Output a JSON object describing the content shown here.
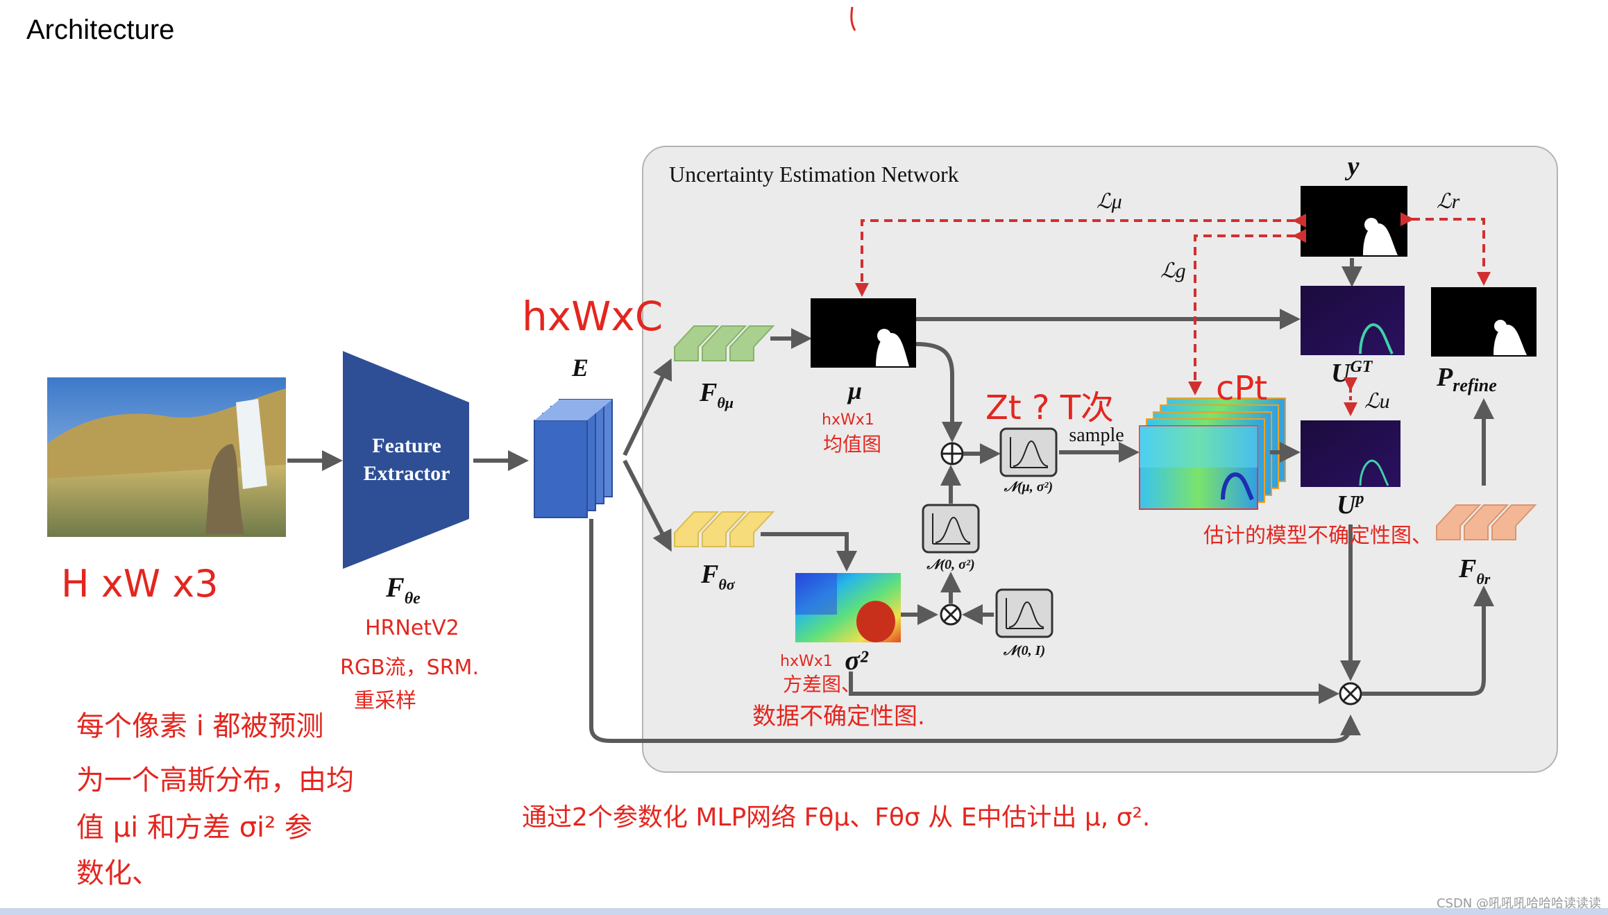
{
  "slide_title": "Architecture",
  "panel_title": "Uncertainty Estimation Network",
  "feature_extractor": {
    "line1": "Feature",
    "line2": "Extractor"
  },
  "labels": {
    "E": "E",
    "f_theta_e": "F",
    "f_theta_e_sub": "θe",
    "f_theta_mu": "F",
    "f_theta_mu_sub": "θμ",
    "f_theta_sigma": "F",
    "f_theta_sigma_sub": "θσ",
    "f_theta_r": "F",
    "f_theta_r_sub": "θr",
    "mu": "μ",
    "sigma2": "σ²",
    "y": "y",
    "u_gt": "U",
    "u_gt_sup": "GT",
    "u_p": "U",
    "u_p_sup": "p",
    "p_refine": "P",
    "p_refine_sub": "refine",
    "sample": "sample",
    "n_mu_sigma": "𝒩(μ, σ²)",
    "n_0_sigma": "𝒩(0, σ²)",
    "n_0_i": "𝒩(0, I)",
    "loss_mu": "ℒμ",
    "loss_g": "ℒg",
    "loss_r": "ℒr",
    "loss_u": "ℒu"
  },
  "annotations": {
    "hxwxc": "hxWxC",
    "HxWx3": "H xW x3",
    "hrnet": "HRNetV2",
    "rgb_srm": "RGB流，SRM.",
    "stack": "重采样",
    "mu_dims": "hxWx1",
    "mu_note": "均值图",
    "zt": "Zt ? T次",
    "pt": "cPt",
    "sigma_dims": "hxWx1",
    "sigma_note1": "方差图、",
    "sigma_note2": "数据不确定性图.",
    "model_unc": "估计的模型不确定性图、",
    "left_note": [
      "每个像素 i 都被预测",
      "为一个高斯分布，由均",
      "值 μi 和方差 σi² 参",
      "数化、"
    ],
    "bottom_note": "通过2个参数化 MLP网络 Fθμ、Fθσ 从 E中估计出 μ, σ²."
  },
  "watermark": "CSDN @吼吼吼哈哈哈读读读"
}
